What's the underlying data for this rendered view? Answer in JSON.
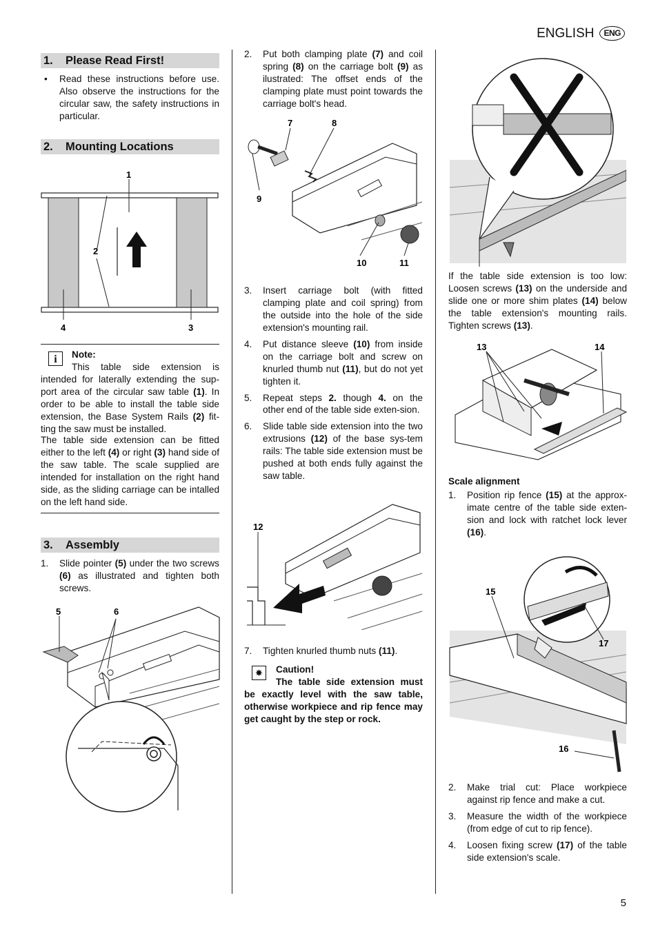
{
  "header": {
    "language": "ENGLISH",
    "badge": "ENG"
  },
  "page_number": "5",
  "col1": {
    "s1_num": "1.",
    "s1_title": "Please Read First!",
    "s1_bullet": "Read these instructions before use. Also observe the instructions for the circular saw, the safety instructions in particular.",
    "s2_num": "2.",
    "s2_title": "Mounting Locations",
    "fig1_labels": {
      "l1": "1",
      "l2": "2",
      "l3": "3",
      "l4": "4"
    },
    "note_title": "Note:",
    "note_p1_a": "This table side extension is intended for laterally extending the sup-port area of the circular saw table ",
    "note_p1_b": "(1)",
    "note_p1_c": ". In order to be able to install the table side extension, the Base System Rails ",
    "note_p1_d": "(2)",
    "note_p1_e": " fit-ting the saw must be installed.",
    "note_p2_a": "The table side extension can be fitted either to the left ",
    "note_p2_b": "(4)",
    "note_p2_c": " or right ",
    "note_p2_d": "(3)",
    "note_p2_e": " hand side of the saw table. The scale supplied are intended for installation on the right hand side, as the sliding carriage can be intalled on the left hand side.",
    "s3_num": "3.",
    "s3_title": "Assembly",
    "step1_num": "1.",
    "step1_a": "Slide pointer ",
    "step1_b": "(5)",
    "step1_c": " under the two screws ",
    "step1_d": "(6)",
    "step1_e": " as illustrated and tighten both screws.",
    "fig3_labels": {
      "l5": "5",
      "l6": "6"
    }
  },
  "col2": {
    "step2_num": "2.",
    "step2_a": "Put both clamping plate ",
    "step2_b": "(7)",
    "step2_c": " and coil spring ",
    "step2_d": "(8)",
    "step2_e": " on the carriage bolt ",
    "step2_f": "(9)",
    "step2_g": " as ilustrated: The offset ends of the clamping plate must point towards the carriage bolt's head.",
    "fig4_labels": {
      "l7": "7",
      "l8": "8",
      "l9": "9",
      "l10": "10",
      "l11": "11"
    },
    "step3_num": "3.",
    "step3": "Insert carriage bolt (with fitted clamping plate and coil spring) from the outside into the hole of the side extension's mounting rail.",
    "step4_num": "4.",
    "step4_a": "Put distance sleeve ",
    "step4_b": "(10)",
    "step4_c": " from inside on the carriage bolt and screw on knurled thumb nut ",
    "step4_d": "(11)",
    "step4_e": ", but do not yet tighten it.",
    "step5_num": "5.",
    "step5_a": "Repeat steps ",
    "step5_b": "2.",
    "step5_c": " though ",
    "step5_d": "4.",
    "step5_e": " on the other end of the table side exten-sion.",
    "step6_num": "6.",
    "step6_a": "Slide table side extension into the two extrusions ",
    "step6_b": "(12)",
    "step6_c": " of the base sys-tem rails: The table side extension must be pushed at both ends fully against the saw table.",
    "fig5_labels": {
      "l12": "12"
    },
    "step7_num": "7.",
    "step7_a": "Tighten knurled thumb nuts ",
    "step7_b": "(11)",
    "step7_c": ".",
    "caution_title": "Caution!",
    "caution_text": "The table side extension must be exactly level with the saw table, otherwise workpiece and rip fence may get caught by the step or rock."
  },
  "col3": {
    "low_a": "If the table side extension is too low: Loosen screws ",
    "low_b": "(13)",
    "low_c": " on the underside and slide one or more shim plates ",
    "low_d": "(14)",
    "low_e": " below the table extension's mounting rails. Tighten screws ",
    "low_f": "(13)",
    "low_g": ".",
    "fig7_labels": {
      "l13": "13",
      "l14": "14"
    },
    "scale_title": "Scale alignment",
    "sa1_num": "1.",
    "sa1_a": "Position rip fence ",
    "sa1_b": "(15)",
    "sa1_c": " at the approx-imate centre of the table side exten-sion and lock with ratchet lock lever ",
    "sa1_d": "(16)",
    "sa1_e": ".",
    "fig8_labels": {
      "l15": "15",
      "l16": "16",
      "l17": "17"
    },
    "sa2_num": "2.",
    "sa2": "Make trial cut: Place workpiece against rip fence and make a cut.",
    "sa3_num": "3.",
    "sa3": "Measure the width of the workpiece (from edge of cut to rip fence).",
    "sa4_num": "4.",
    "sa4_a": "Loosen fixing screw ",
    "sa4_b": "(17)",
    "sa4_c": " of the table side extension's scale."
  }
}
